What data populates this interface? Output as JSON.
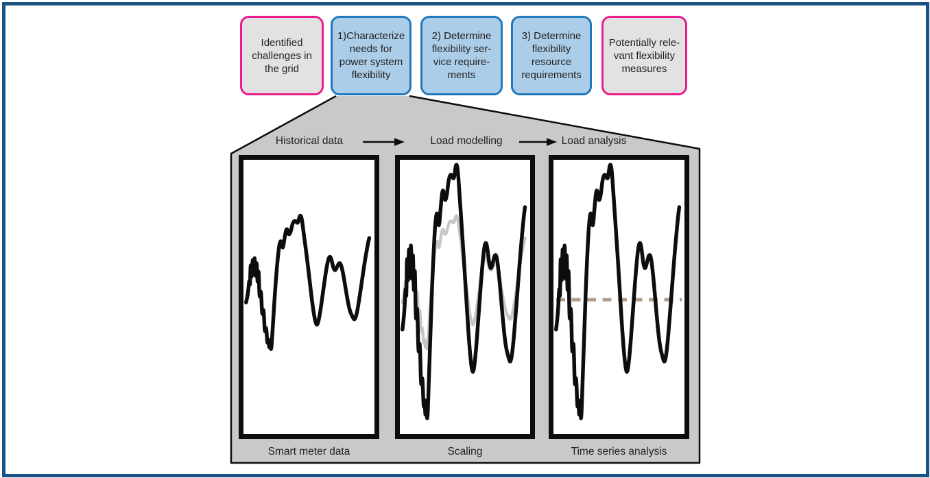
{
  "colors": {
    "frame_border": "#1a5283",
    "pink_border": "#ec1a8c",
    "blue_border": "#2179bd",
    "blue_fill": "#abcde7",
    "gray_fill": "#e2e2e2",
    "house_gray": "#c9c9c9",
    "ink": "#0d0d0d",
    "gray_curve": "#c7c7c7",
    "dash_line": "#ae9e8e",
    "text": "#231f20"
  },
  "flow_boxes": [
    {
      "lines": [
        "Identified",
        "challenges in",
        "the grid"
      ],
      "style": "pink"
    },
    {
      "lines": [
        "1)Characterize",
        "needs for",
        "power system",
        "flexibility"
      ],
      "style": "blue"
    },
    {
      "lines": [
        "2) Determine",
        "flexibility ser-",
        "vice require-",
        "ments"
      ],
      "style": "blue"
    },
    {
      "lines": [
        "3) Determine",
        "flexibility",
        "resource",
        "requirements"
      ],
      "style": "blue"
    },
    {
      "lines": [
        "Potentially rele-",
        "vant flexibility",
        "measures"
      ],
      "style": "pink"
    }
  ],
  "process": {
    "steps": [
      "Historical data",
      "Load modelling",
      "Load analysis"
    ]
  },
  "chart_data": {
    "type": "line",
    "axes": "none",
    "panels": [
      {
        "caption": "Smart meter data",
        "series": [
          {
            "name": "smart-meter-load",
            "color_key": "ink",
            "curve": "base"
          }
        ]
      },
      {
        "caption": "Scaling",
        "series": [
          {
            "name": "original-load",
            "color_key": "gray_curve",
            "curve": "base"
          },
          {
            "name": "scaled-load",
            "color_key": "ink",
            "curve": "amplified"
          }
        ]
      },
      {
        "caption": "Time series analysis",
        "series": [
          {
            "name": "scaled-load",
            "color_key": "ink",
            "curve": "amplified"
          }
        ],
        "reference_line": {
          "style": "dashed",
          "color_key": "dash_line",
          "y_percent": 51
        }
      }
    ],
    "curves": {
      "base_points_percent": [
        [
          2,
          52
        ],
        [
          3.5,
          49
        ],
        [
          4.5,
          43
        ],
        [
          5,
          47
        ],
        [
          5.5,
          36
        ],
        [
          6.3,
          45
        ],
        [
          7,
          34
        ],
        [
          7.8,
          44
        ],
        [
          8.5,
          33
        ],
        [
          9.3,
          45
        ],
        [
          10,
          35
        ],
        [
          10.8,
          47
        ],
        [
          11.5,
          38
        ],
        [
          12.3,
          52
        ],
        [
          13.3,
          46
        ],
        [
          14.3,
          58
        ],
        [
          15.3,
          53
        ],
        [
          16.3,
          64
        ],
        [
          17.3,
          60
        ],
        [
          18.3,
          68
        ],
        [
          19,
          64.5
        ],
        [
          19.6,
          69.5
        ],
        [
          20.3,
          65
        ],
        [
          21,
          70.5
        ],
        [
          22,
          64
        ],
        [
          23.5,
          52
        ],
        [
          25.5,
          39
        ],
        [
          27.5,
          30
        ],
        [
          29,
          29.5
        ],
        [
          30,
          33
        ],
        [
          31.5,
          28
        ],
        [
          33,
          24.5
        ],
        [
          34.5,
          27.5
        ],
        [
          36,
          26.5
        ],
        [
          37.5,
          23
        ],
        [
          39.5,
          22
        ],
        [
          41.5,
          23.5
        ],
        [
          43,
          20
        ],
        [
          44.5,
          21
        ],
        [
          46,
          27
        ],
        [
          48,
          34
        ],
        [
          50.5,
          44
        ],
        [
          53,
          54
        ],
        [
          55,
          59.5
        ],
        [
          56.5,
          60.5
        ],
        [
          58.5,
          56
        ],
        [
          60.5,
          49
        ],
        [
          62.5,
          42
        ],
        [
          64.5,
          36.5
        ],
        [
          66,
          35
        ],
        [
          67.3,
          36.5
        ],
        [
          68.6,
          39.5
        ],
        [
          70,
          40.5
        ],
        [
          71.5,
          39
        ],
        [
          73,
          37.5
        ],
        [
          74.5,
          38
        ],
        [
          76.5,
          42.5
        ],
        [
          78.5,
          48.5
        ],
        [
          81,
          55
        ],
        [
          83.5,
          57.5
        ],
        [
          85,
          58.5
        ],
        [
          86.8,
          55.5
        ],
        [
          88.8,
          49.5
        ],
        [
          90.8,
          43
        ],
        [
          92.8,
          36.5
        ],
        [
          94.8,
          31
        ],
        [
          96,
          28.5
        ]
      ],
      "amplified_transform": {
        "center_percent": 41,
        "scale": 1.9
      }
    }
  }
}
